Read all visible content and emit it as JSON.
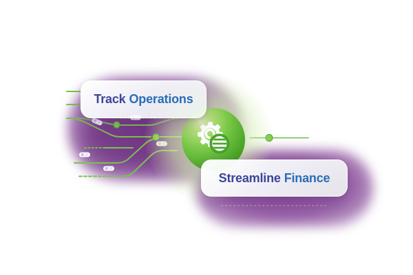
{
  "illustration": {
    "title": "operations-finance-integration-graphic",
    "cards": [
      {
        "id": "track-operations",
        "label_primary": "Track",
        "label_secondary": "Operations"
      },
      {
        "id": "streamline-finance",
        "label_primary": "Streamline",
        "label_secondary": "Finance"
      }
    ],
    "center_icon": "gear-globe-icon",
    "colors": {
      "label_primary": "#3b4697",
      "label_secondary": "#2a6db6",
      "circuit_green": "#7cc14b",
      "node_green": "#7ccb4a",
      "circle_green_dark": "#327d15",
      "circle_green_light": "#e3f4bd",
      "glow_green": "#d8f0b7",
      "blob_purple": "#8a4c9c",
      "background": "#ffffff"
    }
  }
}
